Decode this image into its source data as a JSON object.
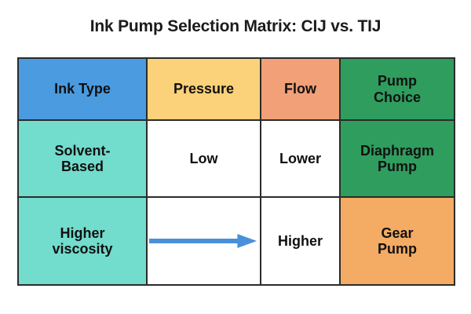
{
  "title": "Ink Pump Selection Matrix: CIJ vs. TIJ",
  "colors": {
    "header_ink": "#4a9bdf",
    "header_pressure": "#fbd179",
    "header_flow": "#f1a077",
    "header_pump": "#2f9d5d",
    "row_label": "#72dccd",
    "cell_plain": "#ffffff",
    "diaphragm_pump": "#2f9d5d",
    "gear_pump": "#f4ab63",
    "arrow": "#4a90d9",
    "border": "#2b2b2b",
    "title_text": "#1b1b1b"
  },
  "table": {
    "headers": [
      {
        "label": "Ink Type",
        "style": "c-blue"
      },
      {
        "label": "Pressure",
        "style": "c-amber"
      },
      {
        "label": "Flow",
        "style": "c-salmon"
      },
      {
        "label": "Pump\nChoice",
        "style": "c-green"
      }
    ],
    "rows": [
      {
        "name": "solvent-based-row",
        "cells": [
          {
            "label": "Solvent-\nBased",
            "style": "c-teal"
          },
          {
            "label": "Low",
            "style": "c-white"
          },
          {
            "label": "Lower",
            "style": "c-white"
          },
          {
            "label": "Diaphragm\nPump",
            "style": "c-green"
          }
        ]
      },
      {
        "name": "higher-viscosity-row",
        "cells": [
          {
            "label": "Higher\nviscosity",
            "style": "c-teal"
          },
          {
            "label": "",
            "style": "c-white",
            "arrow": true
          },
          {
            "label": "Higher",
            "style": "c-white"
          },
          {
            "label": "Gear\nPump",
            "style": "c-orange"
          }
        ]
      }
    ]
  },
  "annotations": {
    "arrow_direction": "right",
    "arrow_from": "Pressure",
    "arrow_to": "Flow"
  }
}
